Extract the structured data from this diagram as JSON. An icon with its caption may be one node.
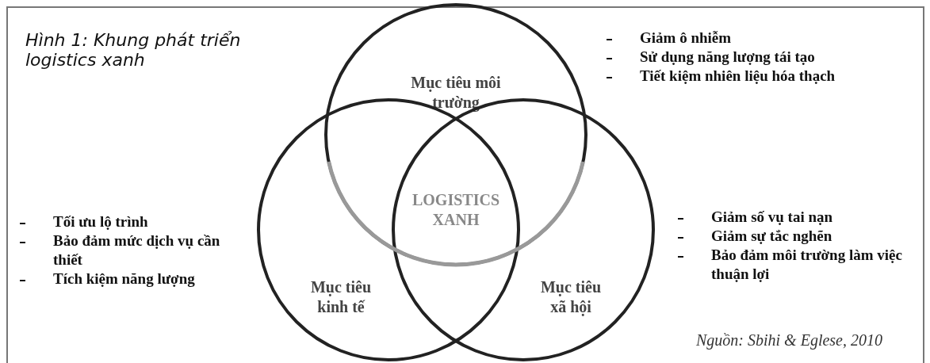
{
  "diagram": {
    "title": "Hình 1: Khung phát triển logistics xanh",
    "caption": "Nguồn: Sbihi & Eglese, 2010",
    "nodes": [
      {
        "text": [
          "Mục tiêu môi trường"
        ],
        "beside": [
          "Giảm ô nhiễm",
          "Sử dụng năng lượng tái tạo",
          "Tiết kiệm nhiên liệu hóa thạch"
        ]
      },
      {
        "text": [
          "Mục tiêu kinh tế"
        ],
        "beside": [
          "Tối ưu lộ trình",
          "Bảo đảm mức dịch vụ cần thiết",
          "Tích kiệm năng lượng"
        ]
      },
      {
        "text": [
          "Mục tiêu xã hội"
        ],
        "beside": [
          "Giảm số vụ tai nạn",
          "Giảm sự tắc nghẽn",
          "Bảo đảm môi trường làm việc thuận lợi"
        ]
      },
      {
        "text": [
          "LOGISTICS XANH"
        ]
      }
    ],
    "edges": []
  }
}
